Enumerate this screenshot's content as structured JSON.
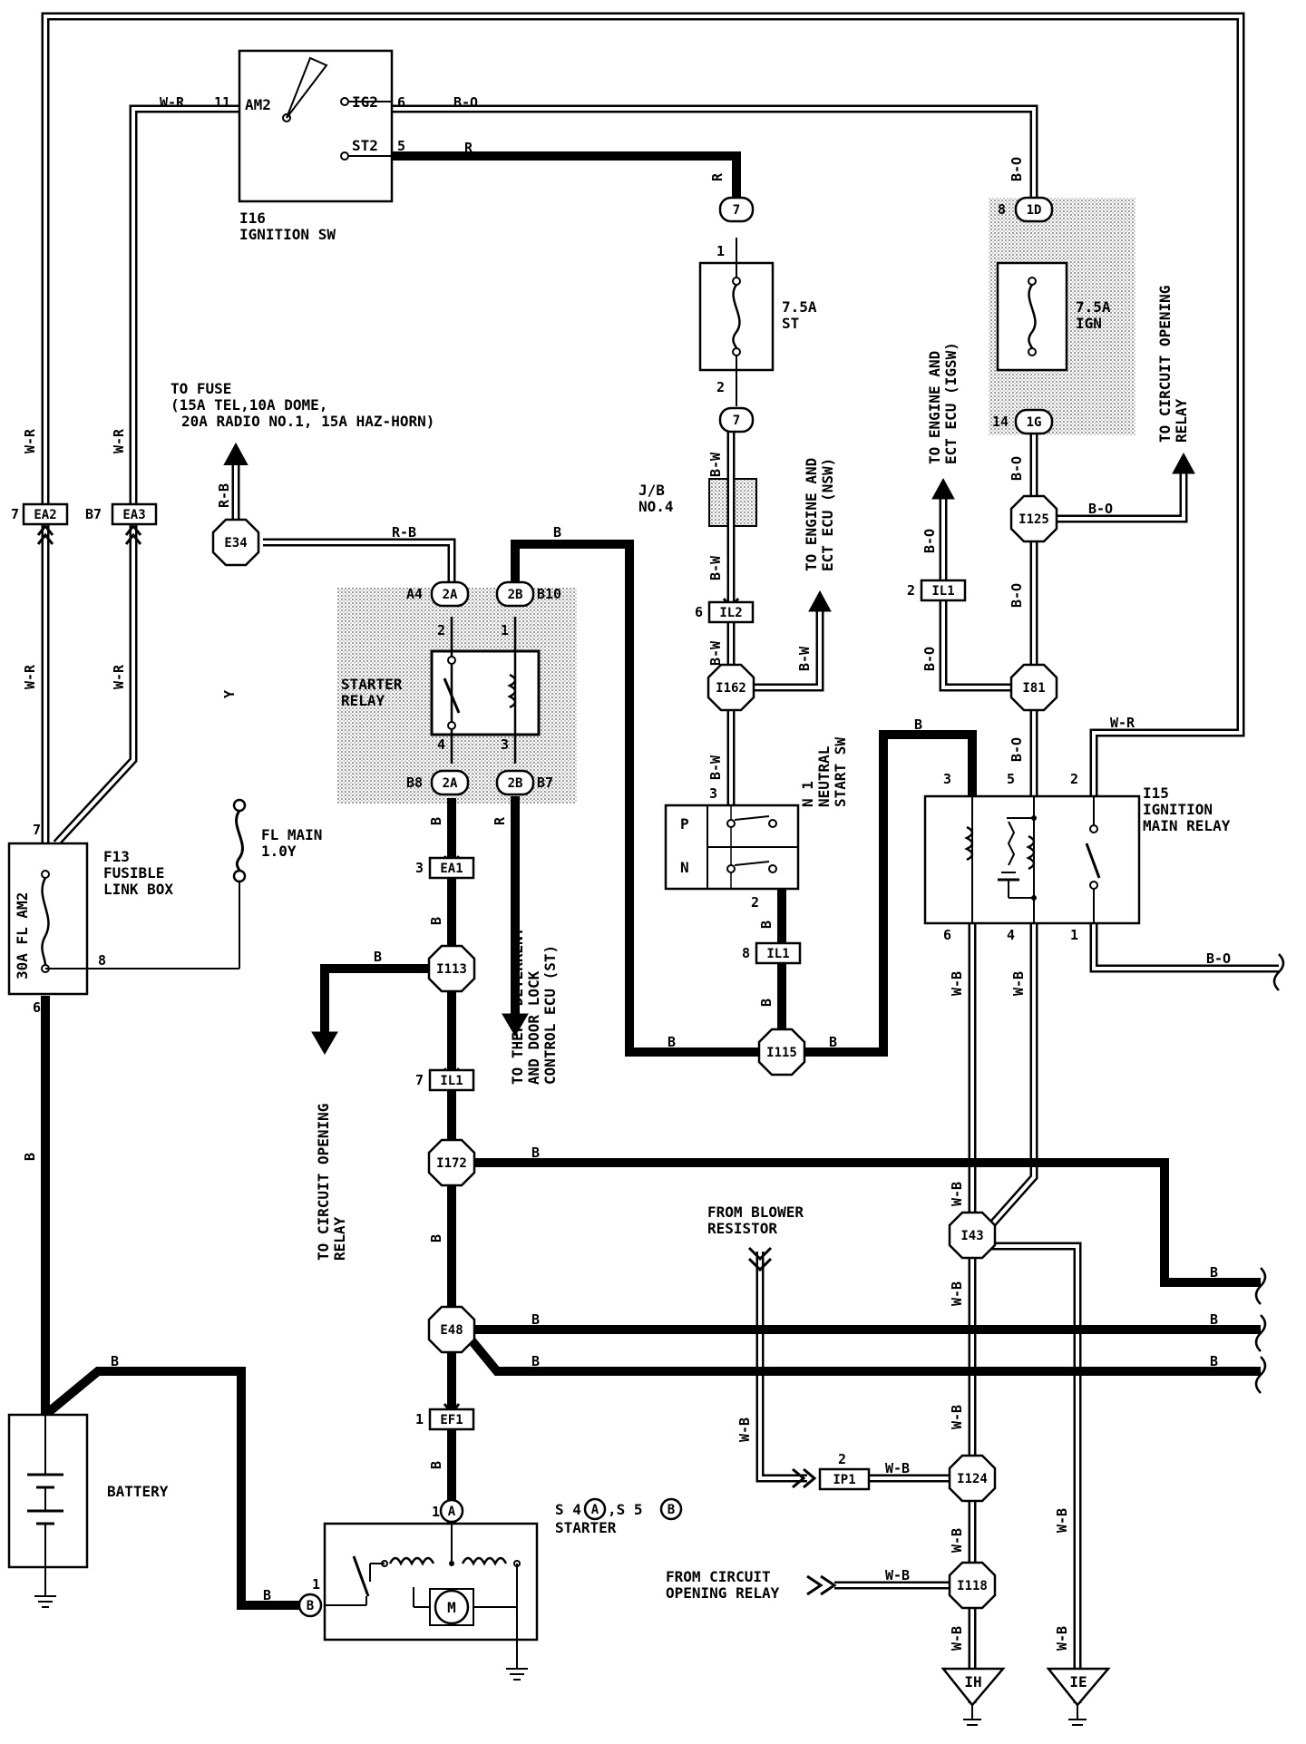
{
  "wire_labels": {
    "w_r": "W-R",
    "b_o": "B-O",
    "r": "R",
    "r_b": "R-B",
    "b": "B",
    "b_w": "B-W",
    "w_b": "W-B",
    "y": "Y"
  },
  "ignition_sw": {
    "id": "I16",
    "name": "IGNITION SW",
    "terminals": [
      "AM2",
      "IG2",
      "ST2"
    ],
    "pins": [
      "11",
      "6",
      "5"
    ]
  },
  "fuse_st": {
    "rating": "7.5A",
    "name": "ST",
    "pin_top": "1",
    "pin_bottom": "2",
    "conn_top": "7",
    "conn_bottom": "7"
  },
  "fuse_ign": {
    "rating": "7.5A",
    "name": "IGN",
    "pin_top": "8",
    "pin_bottom": "14",
    "conn_top": "1D",
    "conn_bottom": "1G"
  },
  "jb": {
    "line1": "J/B",
    "line2": "NO.4"
  },
  "notes": {
    "to_fuse_1": "TO FUSE",
    "to_fuse_2": "(15A TEL,10A DOME,",
    "to_fuse_3": "20A RADIO NO.1, 15A HAZ-HORN)",
    "to_engine_nsw_1": "TO ENGINE AND",
    "to_engine_nsw_2": "ECT ECU (NSW)",
    "to_engine_igsw_1": "TO ENGINE AND",
    "to_engine_igsw_2": "ECT ECU (IGSW)",
    "to_circuit_opening_1": "TO CIRCUIT OPENING",
    "to_circuit_opening_2": "RELAY",
    "to_theft_1": "TO THEFT DETERRENT",
    "to_theft_2": "AND DOOR LOCK",
    "to_theft_3": "CONTROL ECU (ST)",
    "from_blower_1": "FROM BLOWER",
    "from_blower_2": "RESISTOR",
    "from_cor_1": "FROM CIRCUIT",
    "from_cor_2": "OPENING RELAY"
  },
  "starter_relay": {
    "name_1": "STARTER",
    "name_2": "RELAY",
    "top_left_conn": "2A",
    "top_left_pin": "A4",
    "top_right_conn": "2B",
    "top_right_pin": "B10",
    "bottom_left_conn": "2A",
    "bottom_left_pin": "B8",
    "bottom_right_conn": "2B",
    "bottom_right_pin": "B7",
    "internal_pins": [
      "2",
      "1",
      "4",
      "3"
    ]
  },
  "fusible_link": {
    "id": "F13",
    "name_1": "FUSIBLE",
    "name_2": "LINK BOX",
    "fuse_label": "30A FL AM2",
    "pin_top": "7",
    "pin_right": "8",
    "pin_bottom": "6"
  },
  "fl_main": {
    "name": "FL MAIN",
    "size": "1.0Y"
  },
  "neutral_sw": {
    "id": "N 1",
    "name_1": "NEUTRAL",
    "name_2": "START SW",
    "positions": [
      "P",
      "N"
    ],
    "pin_top": "3",
    "pin_bottom": "2"
  },
  "main_relay": {
    "id": "I15",
    "name_1": "IGNITION",
    "name_2": "MAIN RELAY",
    "pins_top": [
      "3",
      "5",
      "2"
    ],
    "pins_bottom": [
      "6",
      "4",
      "1"
    ]
  },
  "battery": {
    "name": "BATTERY"
  },
  "starter": {
    "name": "STARTER",
    "parts_prefix_1": "S 4",
    "parts_ref_1": "A",
    "parts_prefix_2": ",S 5",
    "parts_ref_2": "B",
    "term_a": "A",
    "term_b": "B",
    "pin_a": "1",
    "pin_b": "1",
    "motor": "M"
  },
  "connectors": {
    "EA2": {
      "label": "EA2",
      "pin": "7"
    },
    "EA3": {
      "label": "EA3",
      "pin": "B7"
    },
    "EA1": {
      "label": "EA1",
      "pin": "3"
    },
    "IL2": {
      "label": "IL2",
      "pin": "6"
    },
    "IL1_mid": {
      "label": "IL1",
      "pin": "8"
    },
    "IL1_left": {
      "label": "IL1",
      "pin": "7"
    },
    "IL1_right": {
      "label": "IL1",
      "pin": "2"
    },
    "EF1": {
      "label": "EF1",
      "pin": "1"
    },
    "IP1": {
      "label": "IP1",
      "pin": "2"
    }
  },
  "junctions": [
    "E34",
    "I113",
    "I172",
    "E48",
    "I162",
    "I115",
    "I125",
    "I81",
    "I43",
    "I124",
    "I118"
  ],
  "grounds": [
    "IH",
    "IE"
  ]
}
